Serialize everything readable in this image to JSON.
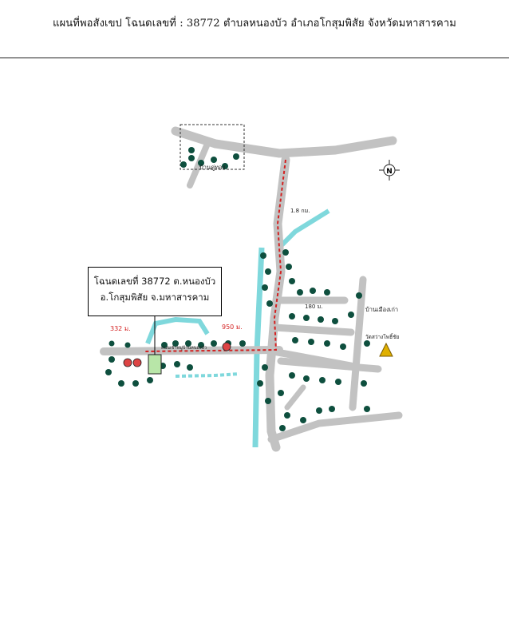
{
  "title": "แผนที่พอสังเขป โฉนดเลขที่ : 38772  ตำบลหนองบัว  อำเภอโกสุมพิสัย  จังหวัดมหาสารคาม",
  "callout": {
    "line1": "โฉนดเลขที่ 38772 ต.หนองบัว",
    "line2": "อ.โกสุมพิสัย จ.มหาสารคาม"
  },
  "map": {
    "compass": "N",
    "distances": {
      "d1": "332 ม.",
      "d2": "950 ม.",
      "d3": "1.8 กม.",
      "d4": "180 ม."
    },
    "places": {
      "village_north": "บ้านคู่ทอง",
      "village_east": "บ้านเมืองเก่า",
      "temple": "วัดสว่างโพธิ์ชัย",
      "bridge_road": "ถนนเข้าหมู่บ้านหนองบัว"
    },
    "colors": {
      "road": "#c0c0c0",
      "water": "#7fd8dc",
      "tree": "#0e4f3e",
      "route": "#d42020",
      "plot": "#b8e6a8"
    }
  }
}
